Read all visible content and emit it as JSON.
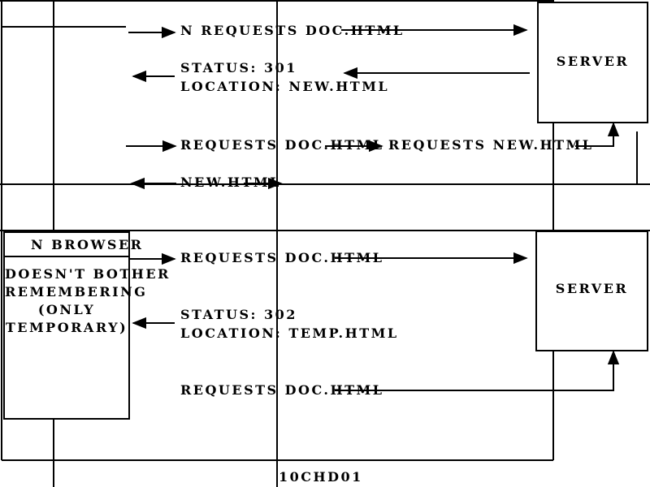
{
  "top_scenario": {
    "request_1": "N  REQUESTS DOC.HTML",
    "status": "STATUS: 301",
    "location": "LOCATION: NEW.HTML",
    "request_2a": "REQUESTS DOC.HTML",
    "request_2b": "REQUESTS NEW.HTML",
    "response": "NEW.HTML",
    "server_label": "SERVER"
  },
  "bottom_scenario": {
    "browser_title": "N  BROWSER",
    "browser_note": [
      "DOESN'T BOTHER",
      "REMEMBERING",
      "(ONLY",
      "TEMPORARY)"
    ],
    "request_1": "REQUESTS DOC.HTML",
    "status": "STATUS: 302",
    "location": "LOCATION: TEMP.HTML",
    "request_2": "REQUESTS DOC.HTML",
    "server_label": "SERVER"
  },
  "footer_code": "10CHD01"
}
